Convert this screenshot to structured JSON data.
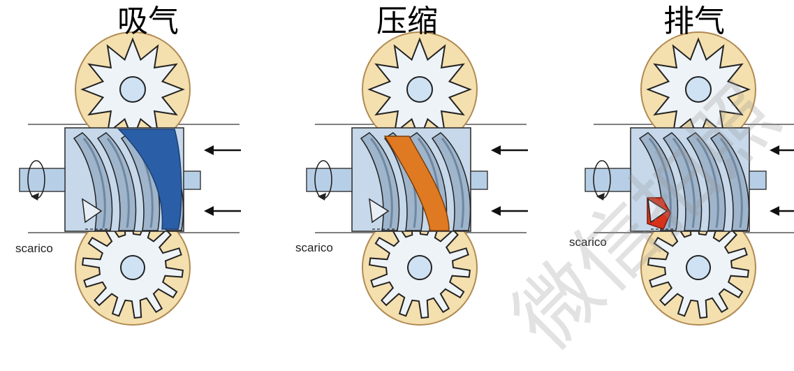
{
  "stages": [
    {
      "title": "吸气",
      "outlet_label": "scarico",
      "highlight_color": "#2a5fa8"
    },
    {
      "title": "压缩",
      "outlet_label": "scarico",
      "highlight_color": "#e07a22"
    },
    {
      "title": "排气",
      "outlet_label": "scarico",
      "highlight_color": "#d8321c"
    }
  ],
  "watermark": {
    "text": "微信拍照"
  },
  "colors": {
    "housing": "#f4dfae",
    "housing_stroke": "#b08a52",
    "gear": "#eef3f7",
    "rotor_body": "#c6d8ea",
    "blade": "#9fb5cc",
    "blade_dark": "#6f879f"
  }
}
